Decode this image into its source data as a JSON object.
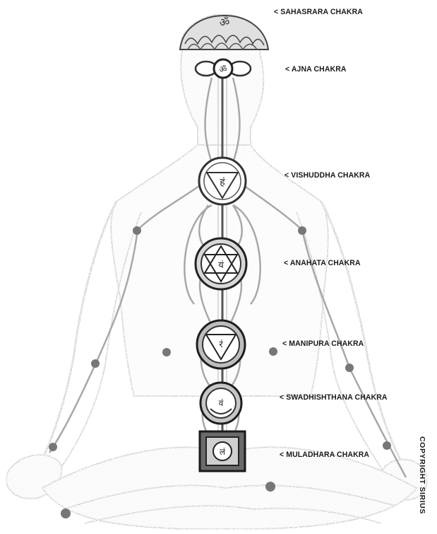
{
  "labels": {
    "sahasrara": "< SAHASRARA CHAKRA",
    "ajna": "< AJNA CHAKRA",
    "vishuddha": "< VISHUDDHA CHAKRA",
    "anahata": "< ANAHATA CHAKRA",
    "manipura": "< MANIPURA CHAKRA",
    "swadhishthana": "< SWADHISHTHANA CHAKRA",
    "muladhara": "< MULADHARA CHAKRA"
  },
  "copyright": "COPYRIGHT SIRIUS",
  "colors": {
    "ink": "#2a2a2a",
    "sketch": "#9a9a9a",
    "background": "#ffffff"
  }
}
